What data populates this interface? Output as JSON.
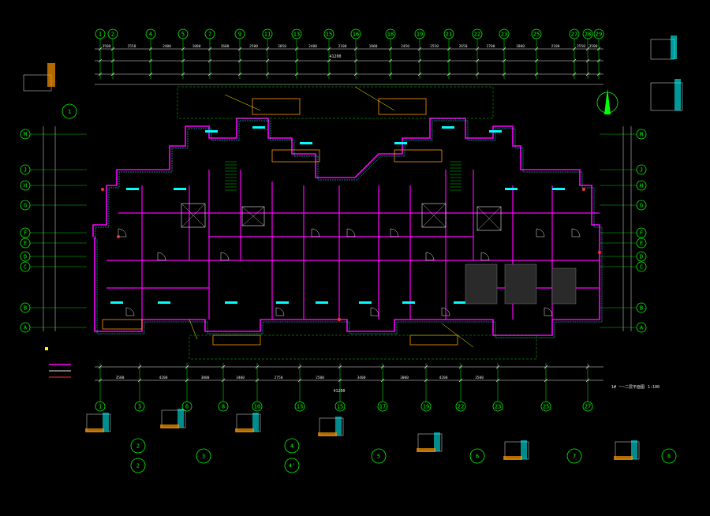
{
  "drawing": {
    "top_axes": [
      "1",
      "2",
      "4",
      "5",
      "7",
      "9",
      "11",
      "13",
      "15",
      "16",
      "18",
      "19",
      "21",
      "22",
      "23",
      "25",
      "27",
      "28",
      "29"
    ],
    "bottom_axes": [
      "1",
      "3",
      "6",
      "8",
      "10",
      "13",
      "15",
      "17",
      "19",
      "22",
      "23",
      "25",
      "27",
      "29"
    ],
    "side_axes": [
      "M",
      "J",
      "H",
      "G",
      "F",
      "E",
      "D",
      "C",
      "B",
      "A"
    ],
    "top_total_dim": "41200",
    "bottom_total_dim": "41200",
    "top_dims": [
      "3500",
      "2550",
      "2400",
      "1800",
      "1600",
      "2500",
      "3050",
      "2400",
      "2100",
      "1800",
      "2450",
      "2550",
      "2650",
      "2700",
      "1800",
      "2100",
      "2550",
      "3500"
    ],
    "bottom_dims": [
      "3500",
      "4200",
      "3000",
      "3400",
      "2750",
      "2500",
      "3400",
      "3000",
      "4200",
      "3500"
    ],
    "plan_title": "1# 一~二层平面图",
    "plan_scale": "1:100",
    "detail_numbers": [
      "1",
      "2",
      "2",
      "3",
      "4",
      "4'",
      "5",
      "6",
      "7",
      "8"
    ]
  },
  "colors": {
    "background": "#000000",
    "axis_green": "#00ff00",
    "wall_magenta": "#ff00ff",
    "dim_white": "#e8e8e8",
    "cyan": "#00ffff",
    "yellow": "#ffff00",
    "orange": "#ff9900",
    "red": "#ff3030",
    "gray": "#777777"
  }
}
